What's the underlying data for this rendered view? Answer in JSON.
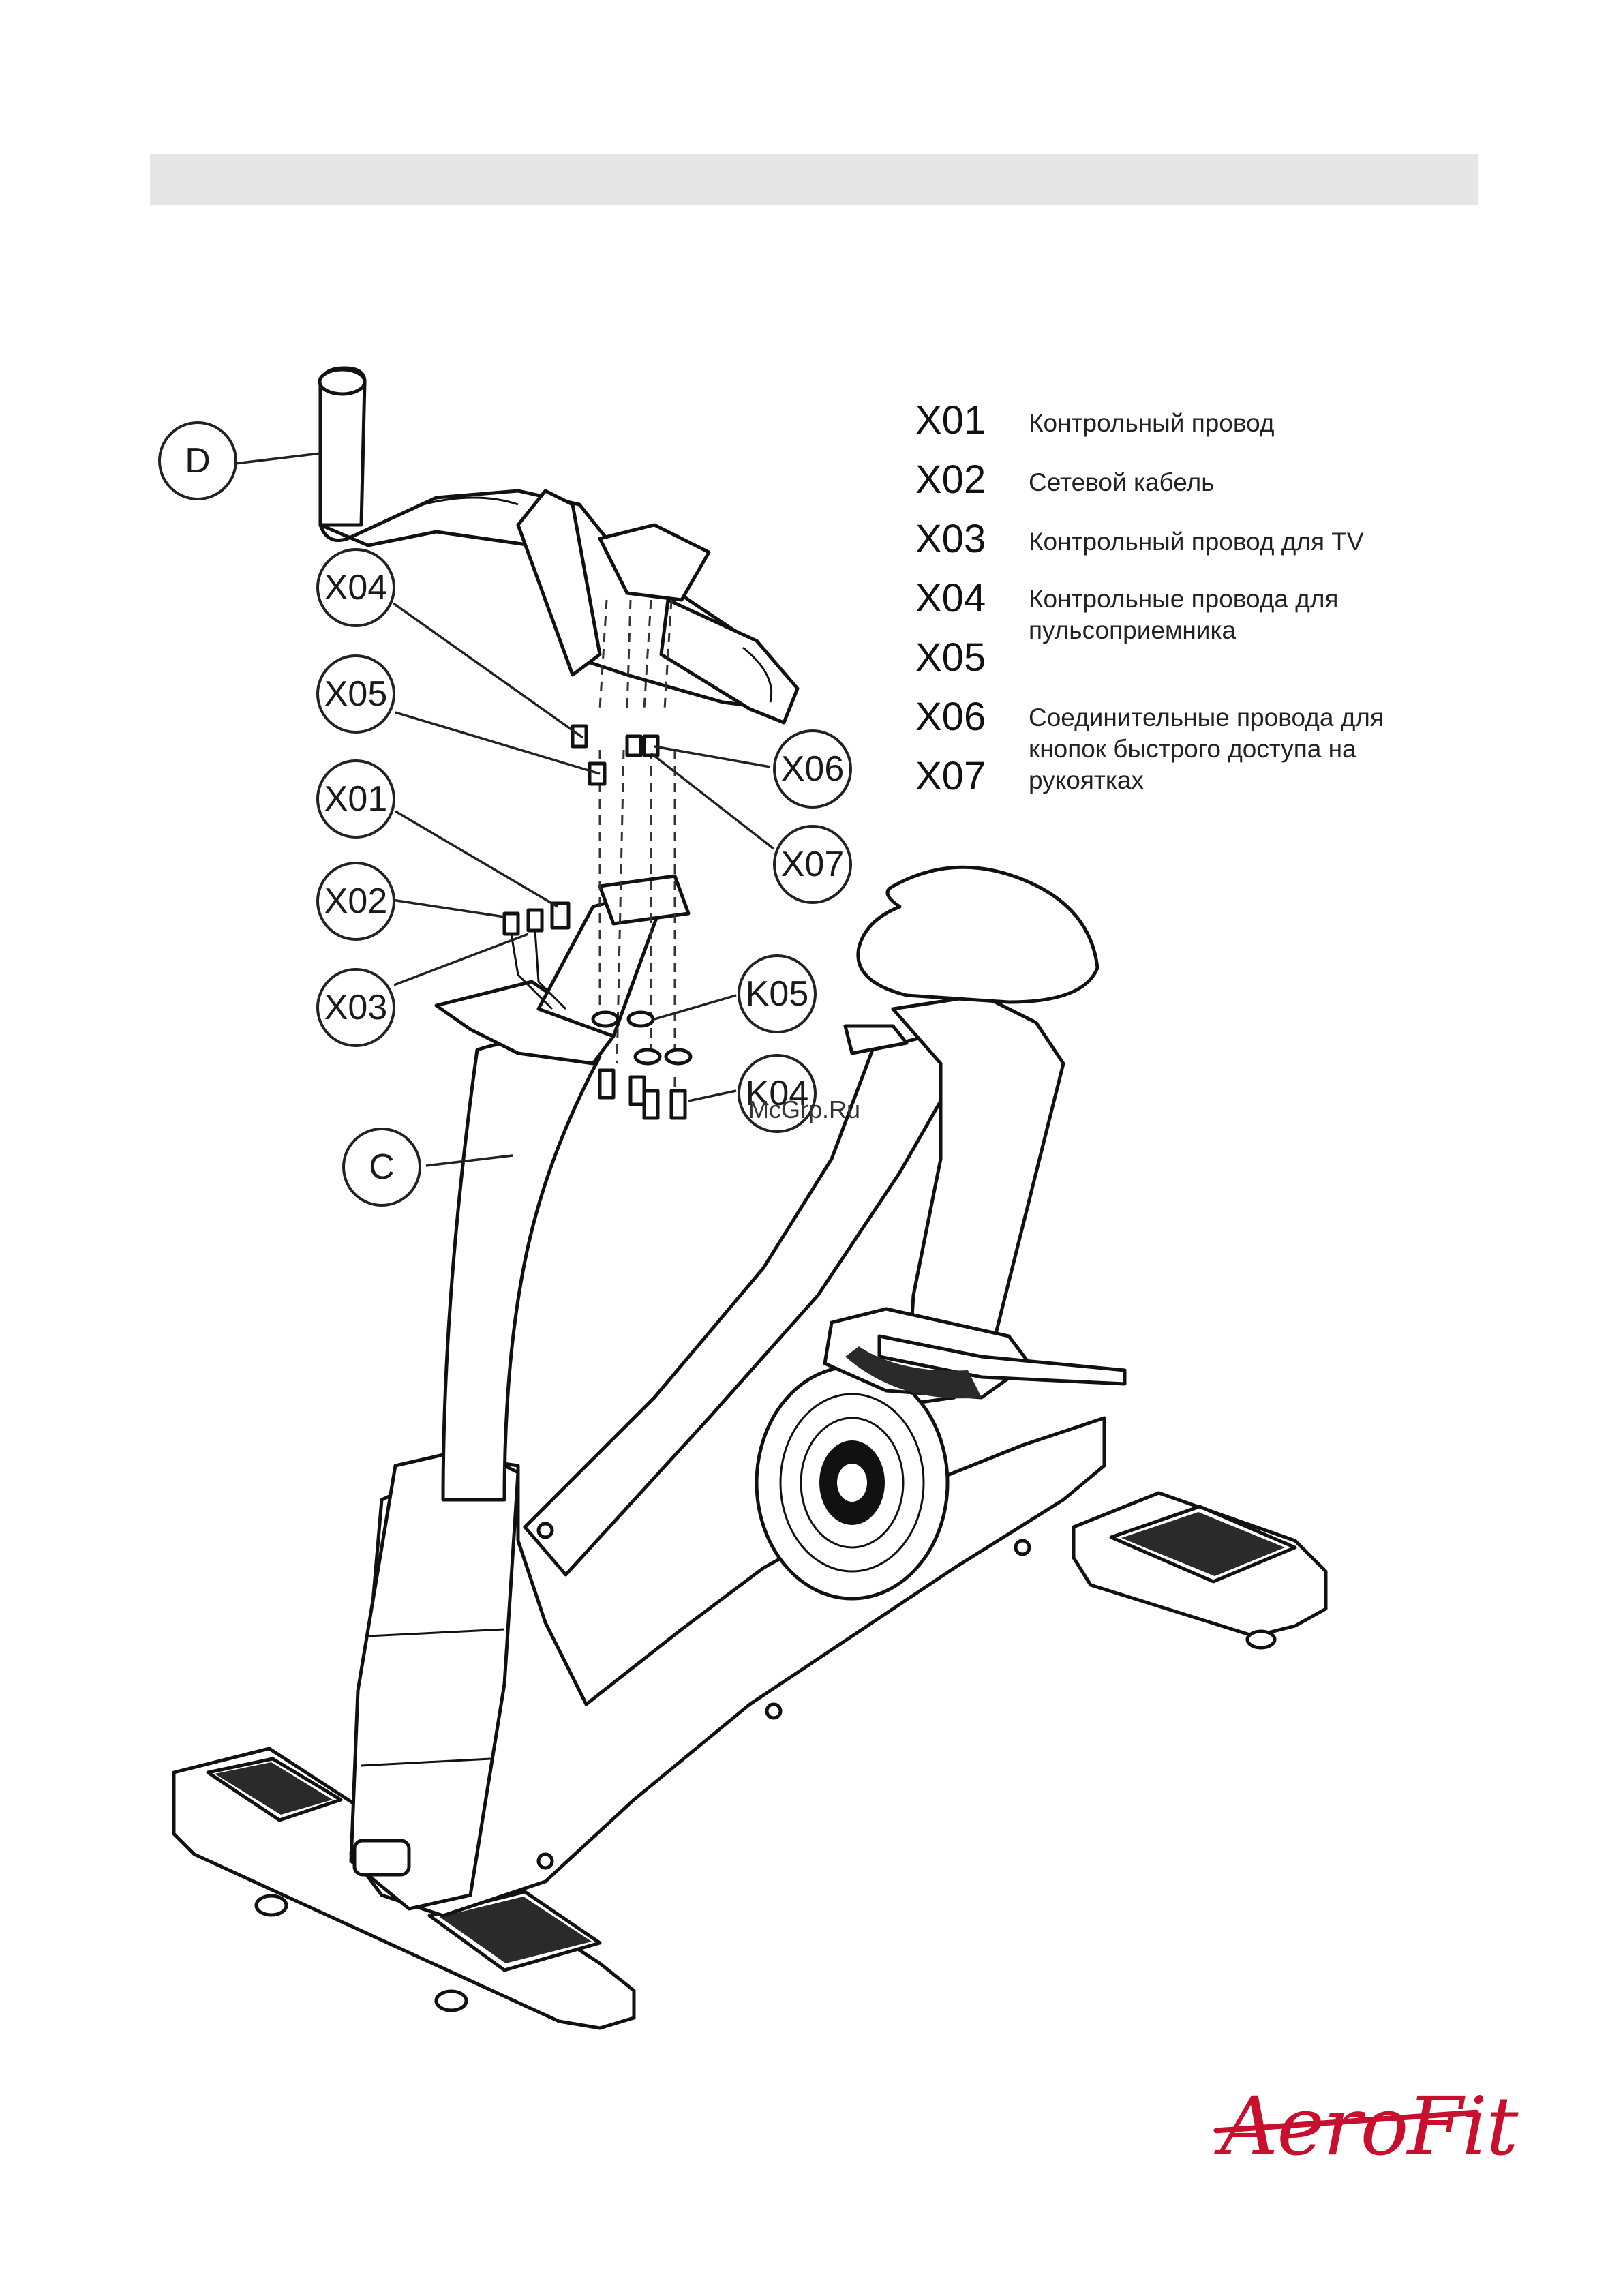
{
  "header": {
    "bar_text": ""
  },
  "callouts": {
    "d": "D",
    "x04": "X04",
    "x05": "X05",
    "x01": "X01",
    "x02": "X02",
    "x03": "X03",
    "c": "C",
    "x06": "X06",
    "x07": "X07",
    "k05": "K05",
    "k04": "K04"
  },
  "legend": [
    {
      "code": "X01",
      "desc": "Контрольный провод"
    },
    {
      "code": "X02",
      "desc": "Сетевой кабель"
    },
    {
      "code": "X03",
      "desc": "Контрольный провод для TV"
    },
    {
      "code": "X04",
      "desc": "Контрольные провода для пульсоприемника"
    },
    {
      "code": "X05",
      "desc": ""
    },
    {
      "code": "X06",
      "desc": "Соединительные провода для кнопок быстрого доступа на рукоятках"
    },
    {
      "code": "X07",
      "desc": ""
    }
  ],
  "watermark": "McGrp.Ru",
  "brand": "AeroFit",
  "colors": {
    "brand": "#c8102e",
    "header_bar": "#e6e6e6"
  }
}
